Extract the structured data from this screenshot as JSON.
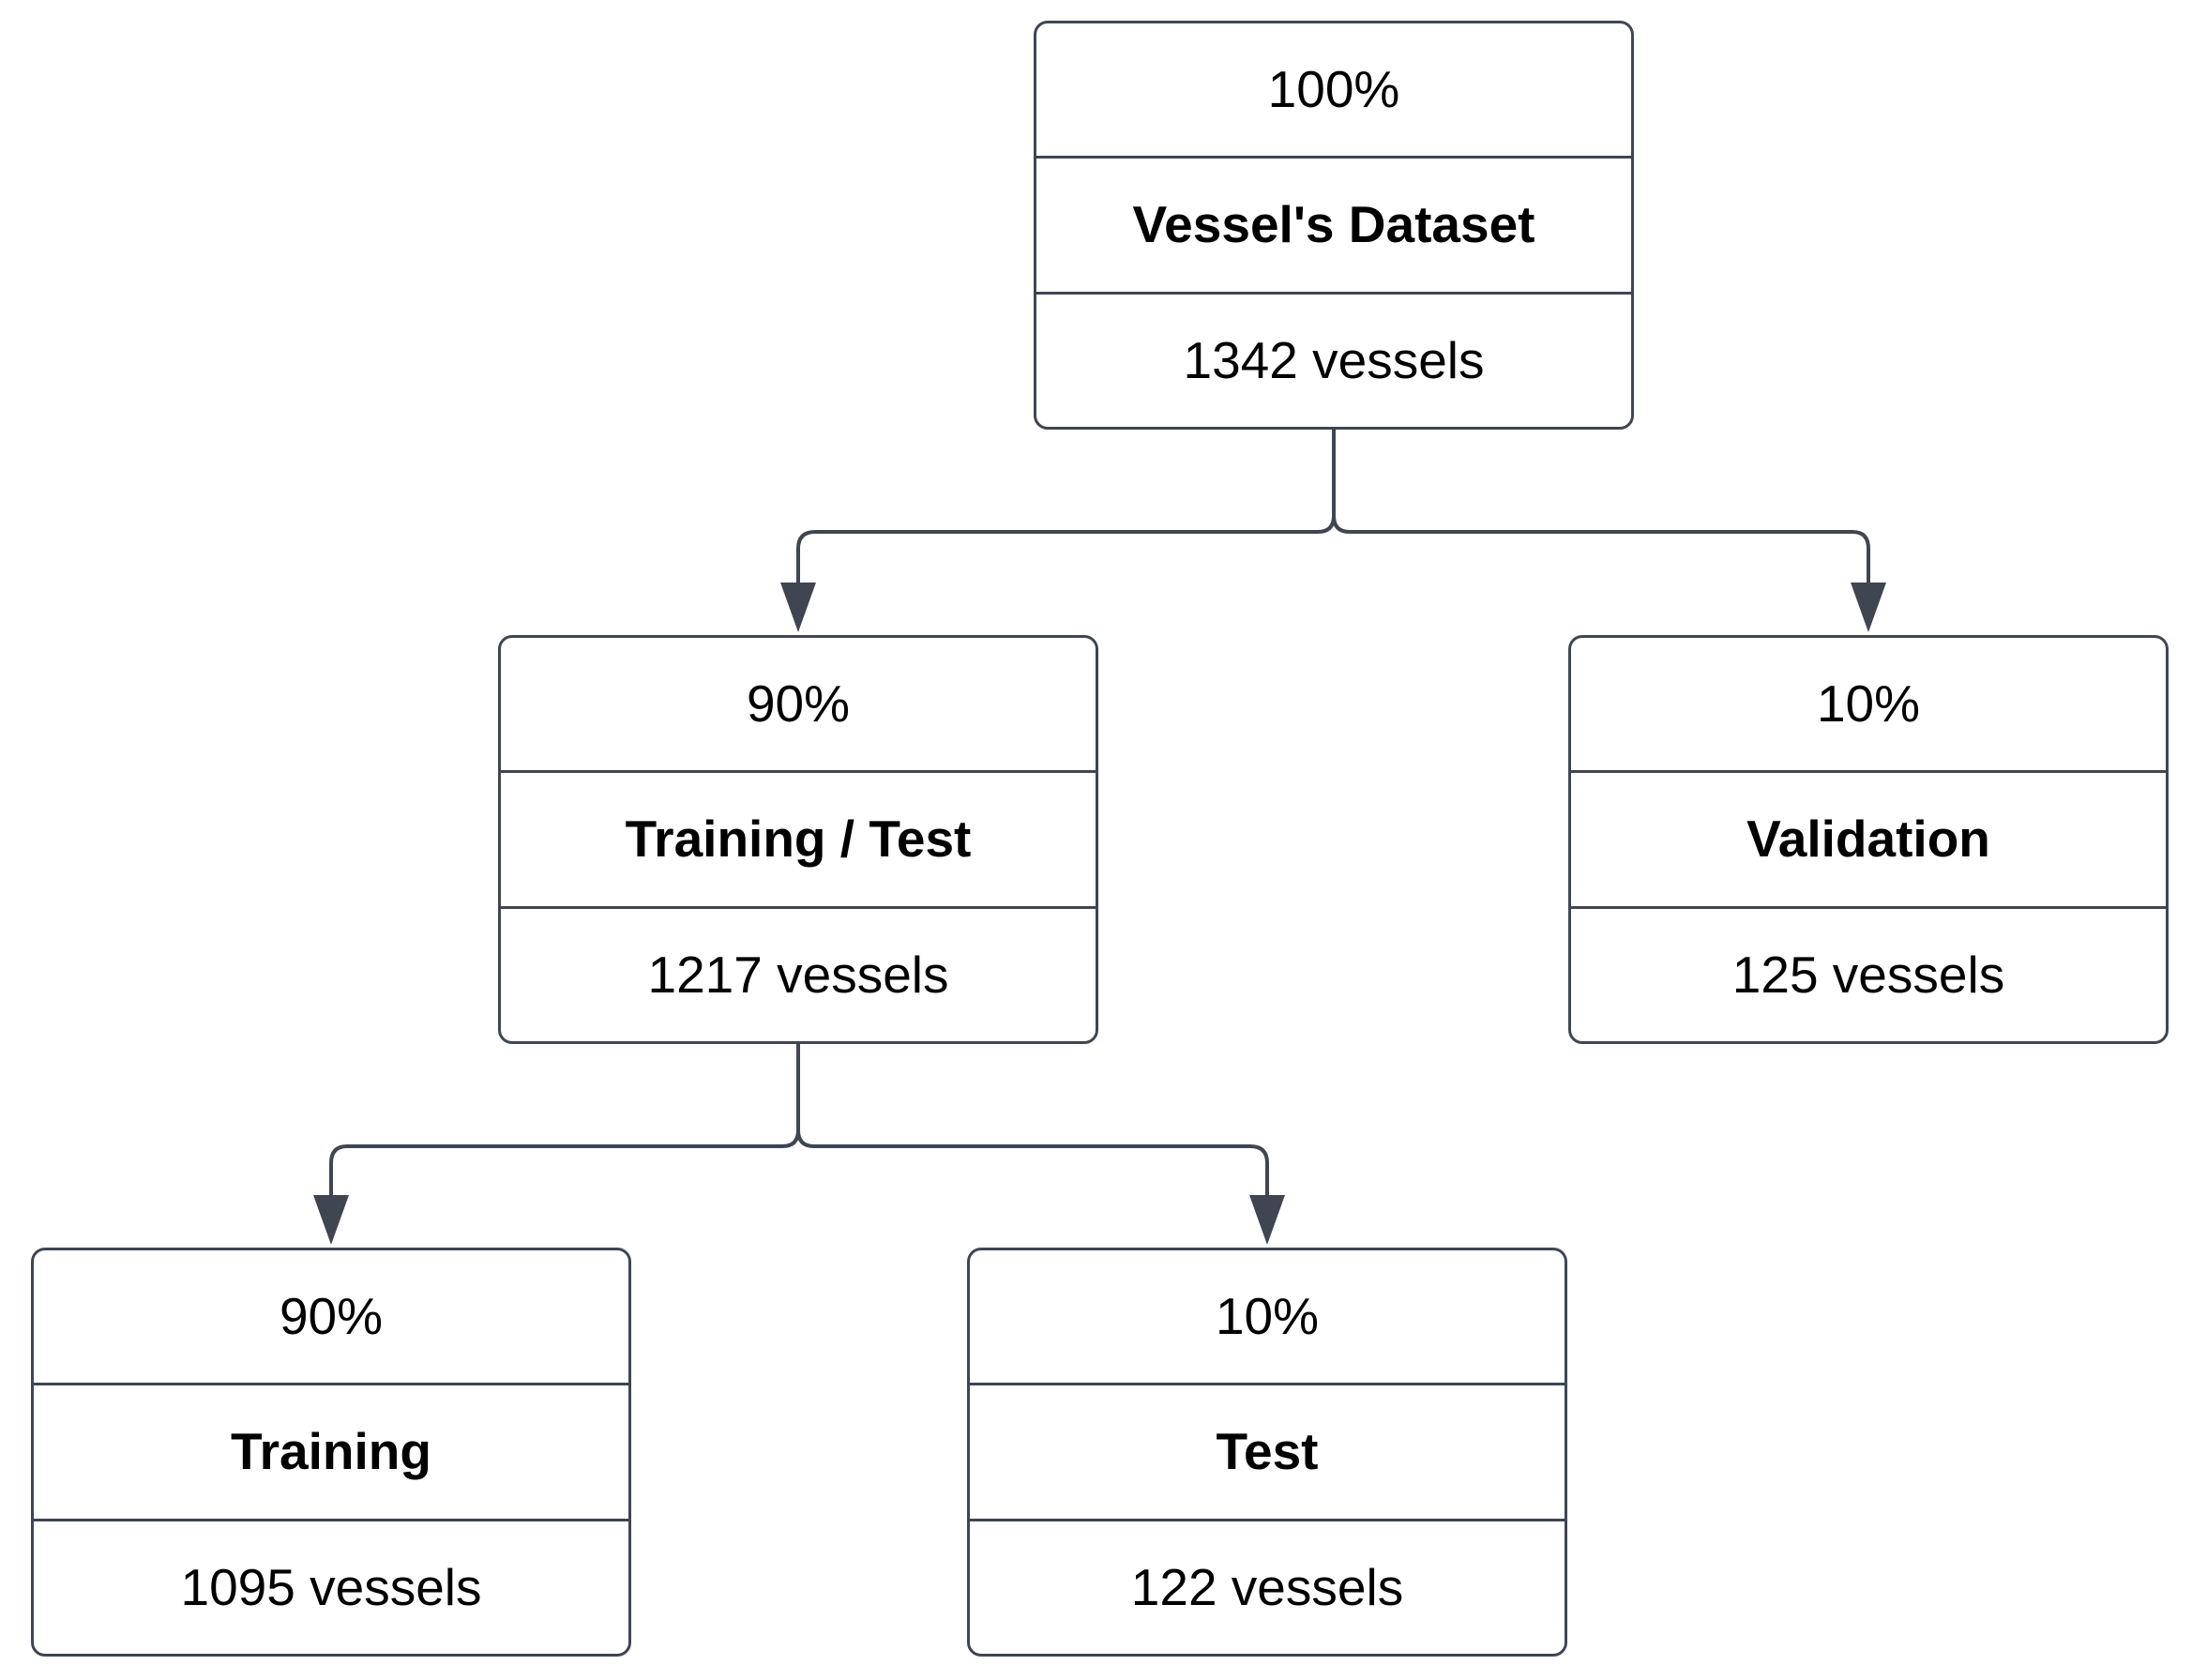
{
  "colors": {
    "border": "#3f4652",
    "connector": "#3f4652",
    "background": "#ffffff",
    "text": "#000000"
  },
  "nodes": {
    "root": {
      "percent": "100%",
      "name": "Vessel's Dataset",
      "count": "1342 vessels"
    },
    "training_test": {
      "percent": "90%",
      "name": "Training / Test",
      "count": "1217 vessels"
    },
    "validation": {
      "percent": "10%",
      "name": "Validation",
      "count": "125 vessels"
    },
    "training": {
      "percent": "90%",
      "name": "Training",
      "count": "1095 vessels"
    },
    "test": {
      "percent": "10%",
      "name": "Test",
      "count": "122 vessels"
    }
  },
  "edges": [
    {
      "from": "root",
      "to": "training_test"
    },
    {
      "from": "root",
      "to": "validation"
    },
    {
      "from": "training_test",
      "to": "training"
    },
    {
      "from": "training_test",
      "to": "test"
    }
  ]
}
